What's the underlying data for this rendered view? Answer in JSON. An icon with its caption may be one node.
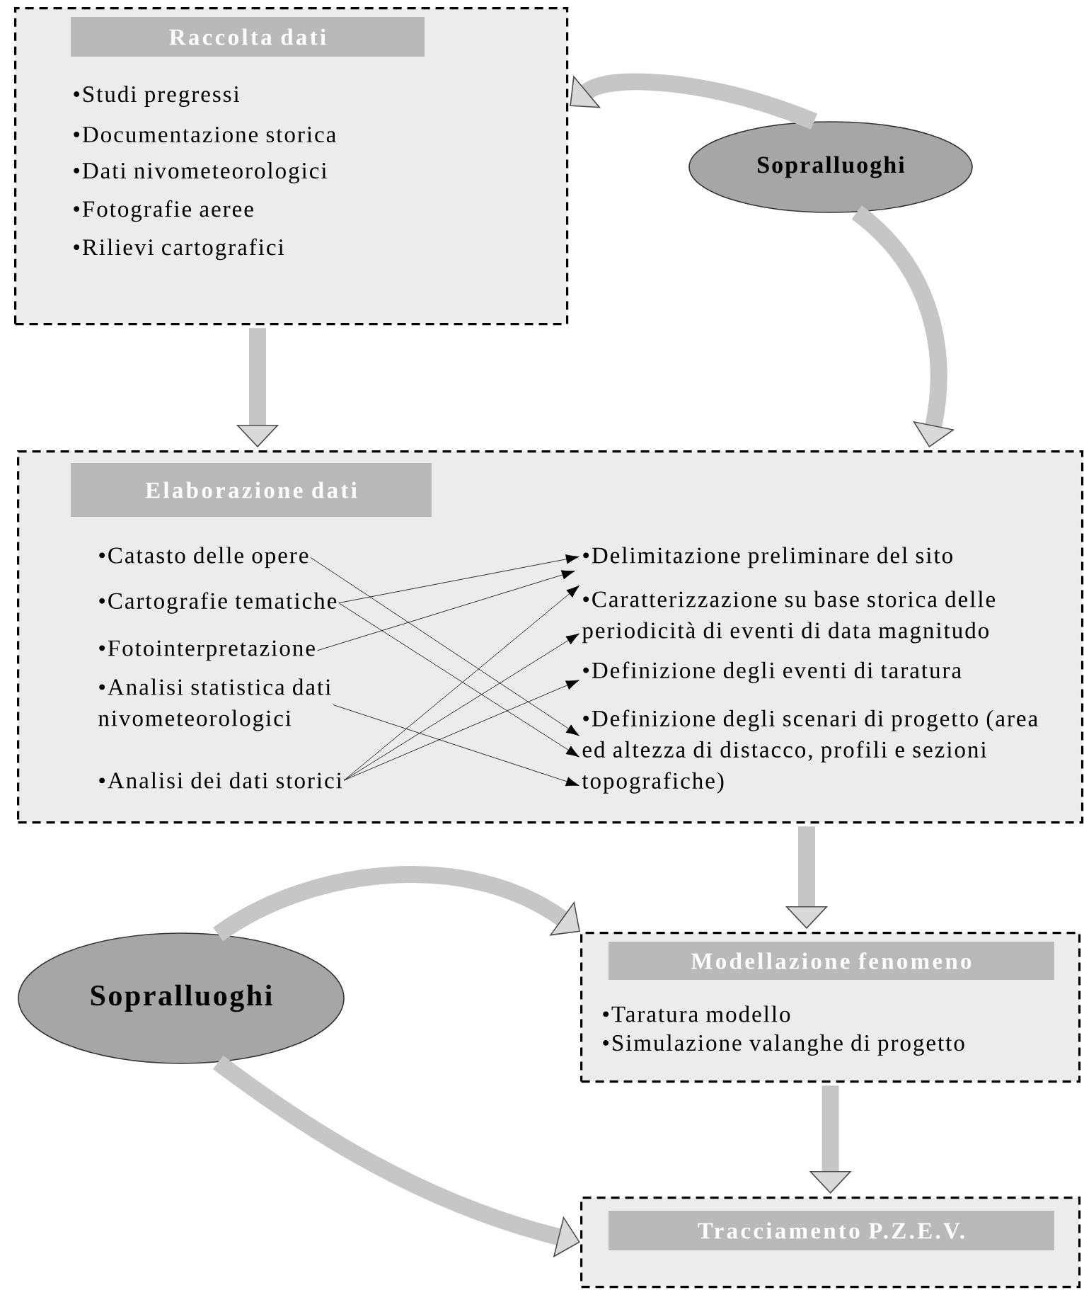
{
  "diagram": {
    "nodes": [
      {
        "text": [
          "Raccolta dati",
          "•Studi pregressi",
          "•Documentazione storica",
          "•Dati nivometeorologici",
          "•Fotografie aeree",
          "•Rilievi cartografici"
        ]
      },
      {
        "text": [
          "Sopralluoghi"
        ]
      },
      {
        "text": [
          "Elaborazione dati"
        ]
      },
      {
        "text": [
          "•Catasto delle opere"
        ],
        "in": 2
      },
      {
        "text": [
          "•Cartografie tematiche"
        ],
        "in": 2
      },
      {
        "text": [
          "•Fotointerpretazione"
        ],
        "in": 2
      },
      {
        "text": [
          "•Analisi statistica dati nivometeorologici"
        ],
        "in": 2
      },
      {
        "text": [
          "•Analisi dei dati storici"
        ],
        "in": 2
      },
      {
        "text": [
          "•Delimitazione preliminare del sito"
        ],
        "in": 2
      },
      {
        "text": [
          "•Caratterizzazione su base storica delle periodicità di eventi di data magnitudo"
        ],
        "in": 2
      },
      {
        "text": [
          "•Definizione degli eventi di taratura"
        ],
        "in": 2
      },
      {
        "text": [
          "•Definizione degli scenari di progetto (area ed altezza di distacco, profili e sezioni topografiche)"
        ],
        "in": 2
      },
      {
        "text": [
          "Sopralluoghi"
        ]
      },
      {
        "text": [
          "Modellazione fenomeno",
          "•Taratura modello",
          "•Simulazione valanghe di progetto"
        ]
      },
      {
        "text": [
          "Tracciamento P.Z.E.V."
        ]
      }
    ],
    "edges": [
      {
        "from": 1,
        "to": 0,
        "arrow": "to",
        "style": "thick",
        "color": "#c6c6c6"
      },
      {
        "from": 1,
        "to": 2,
        "arrow": "to",
        "style": "thick",
        "color": "#c6c6c6"
      },
      {
        "from": 0,
        "to": 2,
        "arrow": "to",
        "style": "thick",
        "color": "#c6c6c6"
      },
      {
        "from": 3,
        "to": 11,
        "arrow": "to"
      },
      {
        "from": 4,
        "to": 8,
        "arrow": "to"
      },
      {
        "from": 4,
        "to": 11,
        "arrow": "to"
      },
      {
        "from": 5,
        "to": 8,
        "arrow": "to"
      },
      {
        "from": 6,
        "to": 11,
        "arrow": "to"
      },
      {
        "from": 7,
        "to": 8,
        "arrow": "to"
      },
      {
        "from": 7,
        "to": 9,
        "arrow": "to"
      },
      {
        "from": 7,
        "to": 10,
        "arrow": "to"
      },
      {
        "from": 2,
        "to": 13,
        "arrow": "to",
        "style": "thick",
        "color": "#c6c6c6"
      },
      {
        "from": 12,
        "to": 13,
        "arrow": "to",
        "style": "thick",
        "color": "#c6c6c6"
      },
      {
        "from": 12,
        "to": 14,
        "arrow": "to",
        "style": "thick",
        "color": "#c6c6c6"
      },
      {
        "from": 13,
        "to": 14,
        "arrow": "to",
        "style": "thick",
        "color": "#c6c6c6"
      }
    ]
  }
}
